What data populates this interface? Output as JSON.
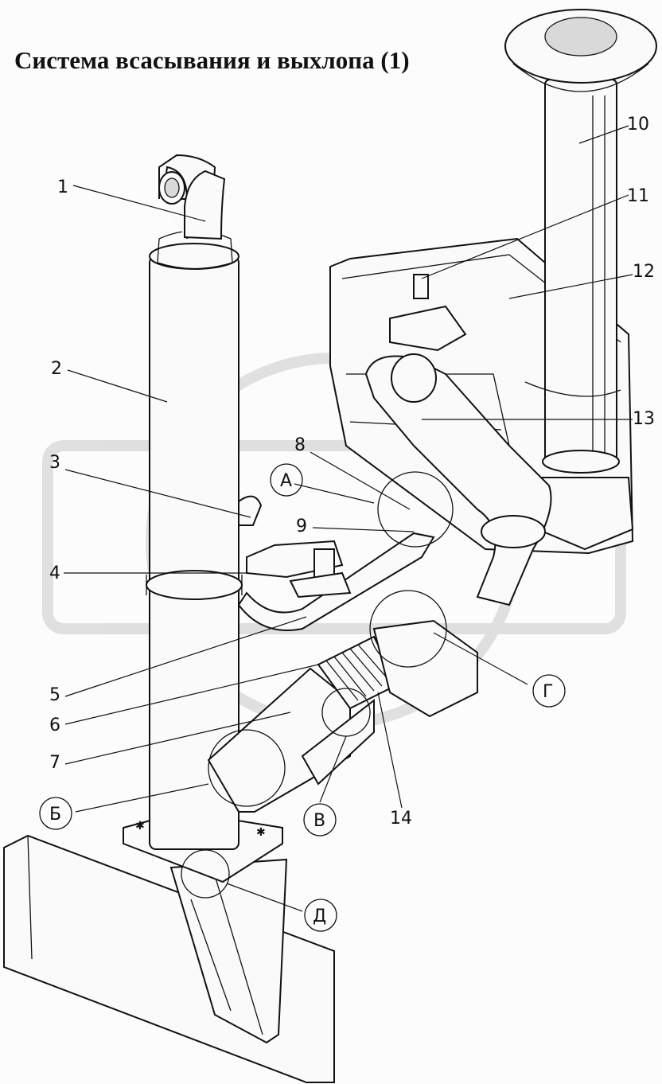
{
  "title": "Система всасывания и выхлопа  (1)",
  "callouts": [
    {
      "id": "p1",
      "text": "1"
    },
    {
      "id": "p2",
      "text": "2"
    },
    {
      "id": "p3",
      "text": "3"
    },
    {
      "id": "p4",
      "text": "4"
    },
    {
      "id": "p5",
      "text": "5"
    },
    {
      "id": "p6",
      "text": "6"
    },
    {
      "id": "p7",
      "text": "7"
    },
    {
      "id": "p8",
      "text": "8"
    },
    {
      "id": "p9",
      "text": "9"
    },
    {
      "id": "p10",
      "text": "10"
    },
    {
      "id": "p11",
      "text": "11"
    },
    {
      "id": "p12",
      "text": "12"
    },
    {
      "id": "p13",
      "text": "13"
    },
    {
      "id": "p14",
      "text": "14"
    }
  ],
  "detail_views": [
    {
      "id": "A",
      "text": "А"
    },
    {
      "id": "B",
      "text": "Б"
    },
    {
      "id": "V",
      "text": "В"
    },
    {
      "id": "G",
      "text": "Г"
    },
    {
      "id": "D",
      "text": "Д"
    }
  ]
}
